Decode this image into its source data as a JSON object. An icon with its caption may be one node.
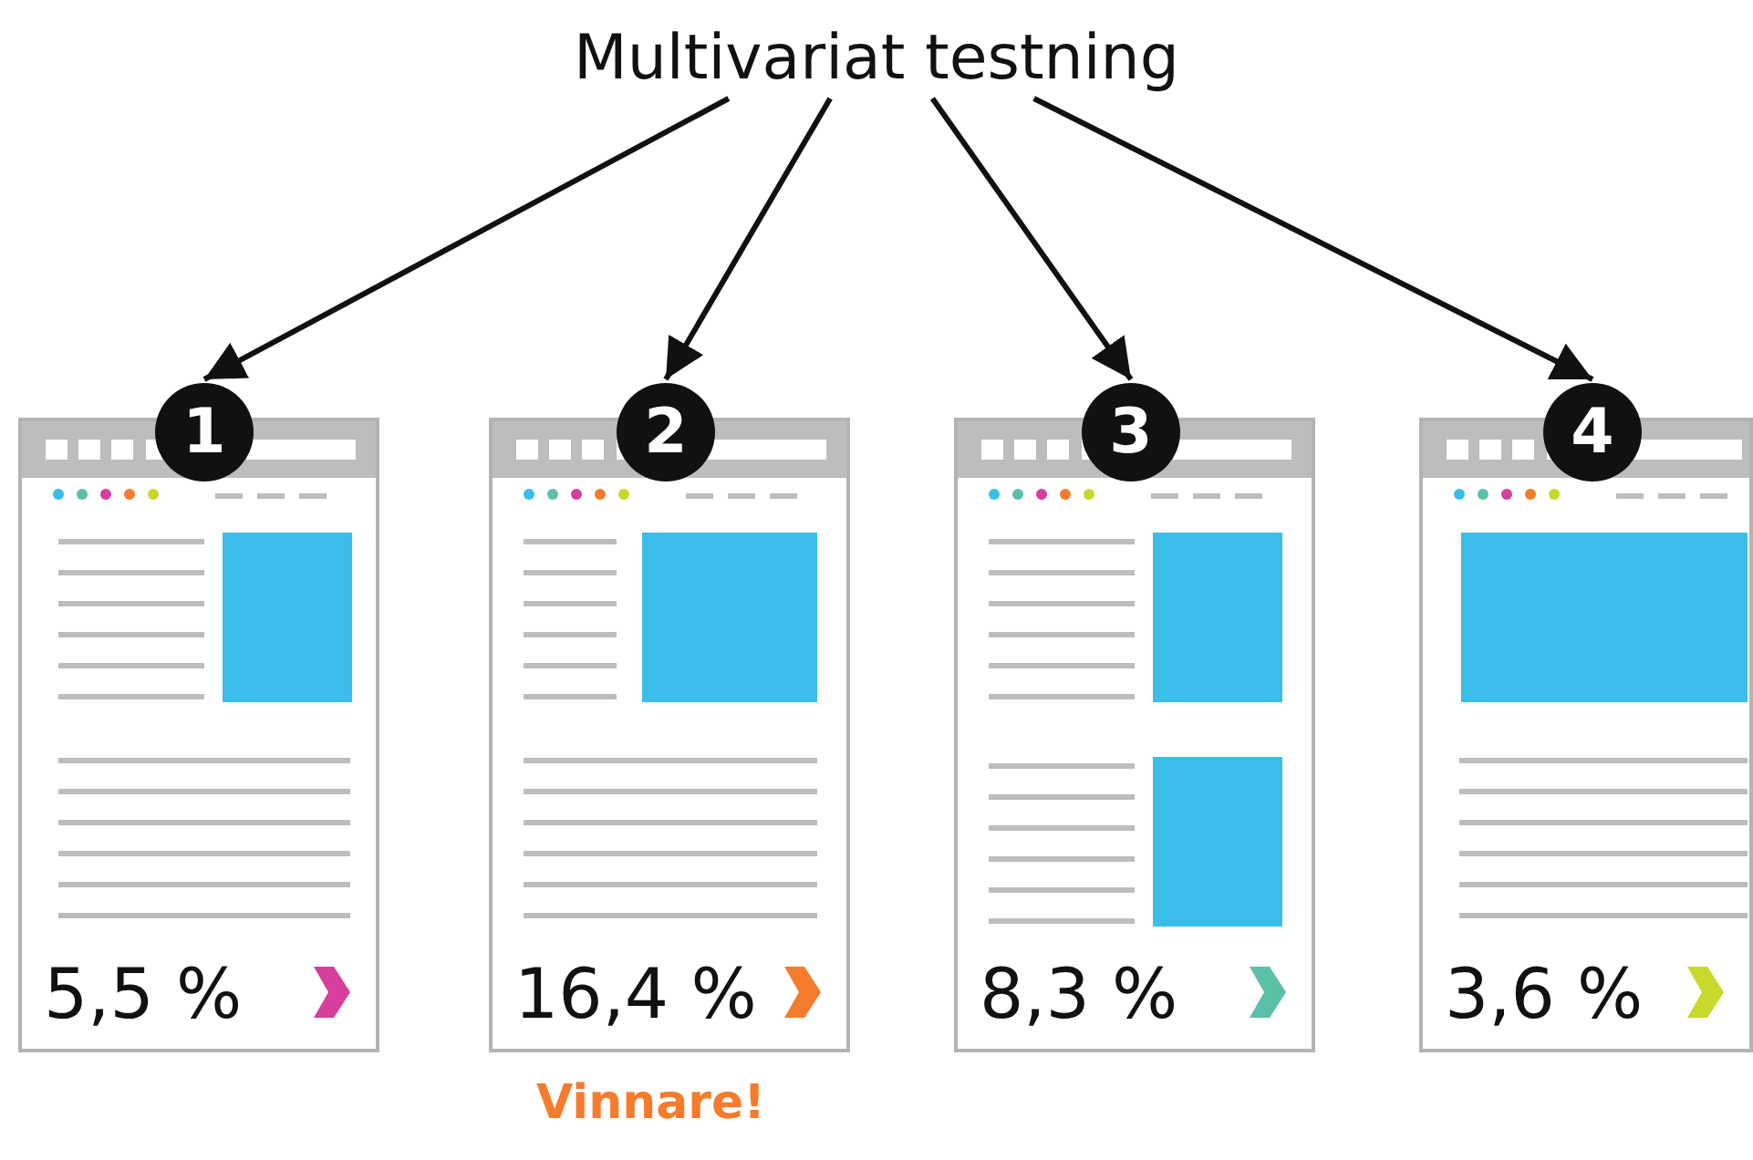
{
  "diagram": {
    "nodes": [
      {
        "text": [
          "Multivariat testning"
        ]
      },
      {
        "text": [
          "1",
          "5,5 %"
        ]
      },
      {
        "text": [
          "2",
          "16,4 %"
        ],
        "beside": [
          "Vinnare!"
        ]
      },
      {
        "text": [
          "3",
          "8,3 %"
        ]
      },
      {
        "text": [
          "4",
          "3,6 %"
        ]
      }
    ],
    "edges": [
      {
        "from": 0,
        "to": 1,
        "arrow": "to"
      },
      {
        "from": 0,
        "to": 2,
        "arrow": "to"
      },
      {
        "from": 0,
        "to": 3,
        "arrow": "to"
      },
      {
        "from": 0,
        "to": 4,
        "arrow": "to"
      }
    ]
  }
}
